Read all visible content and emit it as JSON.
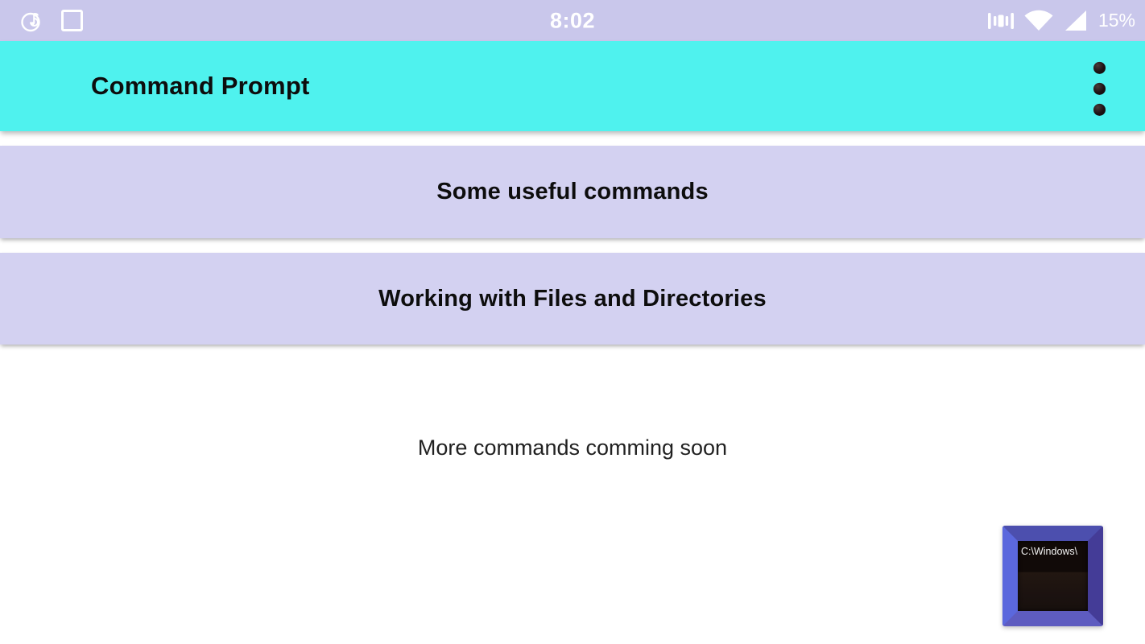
{
  "colors": {
    "status_bar_bg": "#c9c7eb",
    "app_bar_bg": "#4ff2ee",
    "card_bg": "#d3d1f1",
    "text_primary": "#0d0d0d",
    "status_content": "#ffffff",
    "cmd_icon_frame_light": "#5b68dd",
    "cmd_icon_frame_dark": "#443c97",
    "cmd_icon_screen_bg": "#150d0a"
  },
  "status_bar": {
    "time": "8:02",
    "battery_percent": "15%",
    "left_icons": [
      "music-notification-icon",
      "square-notification-icon"
    ],
    "right_icons": [
      "vibrate-icon",
      "wifi-icon",
      "cell-signal-icon"
    ]
  },
  "app_bar": {
    "title": "Command Prompt"
  },
  "menu": {
    "cards": [
      {
        "label": "Some useful commands"
      },
      {
        "label": "Working with Files and Directories"
      }
    ]
  },
  "footnote": "More commands comming soon",
  "floating_icon": {
    "screen_text": "C:\\Windows\\"
  }
}
